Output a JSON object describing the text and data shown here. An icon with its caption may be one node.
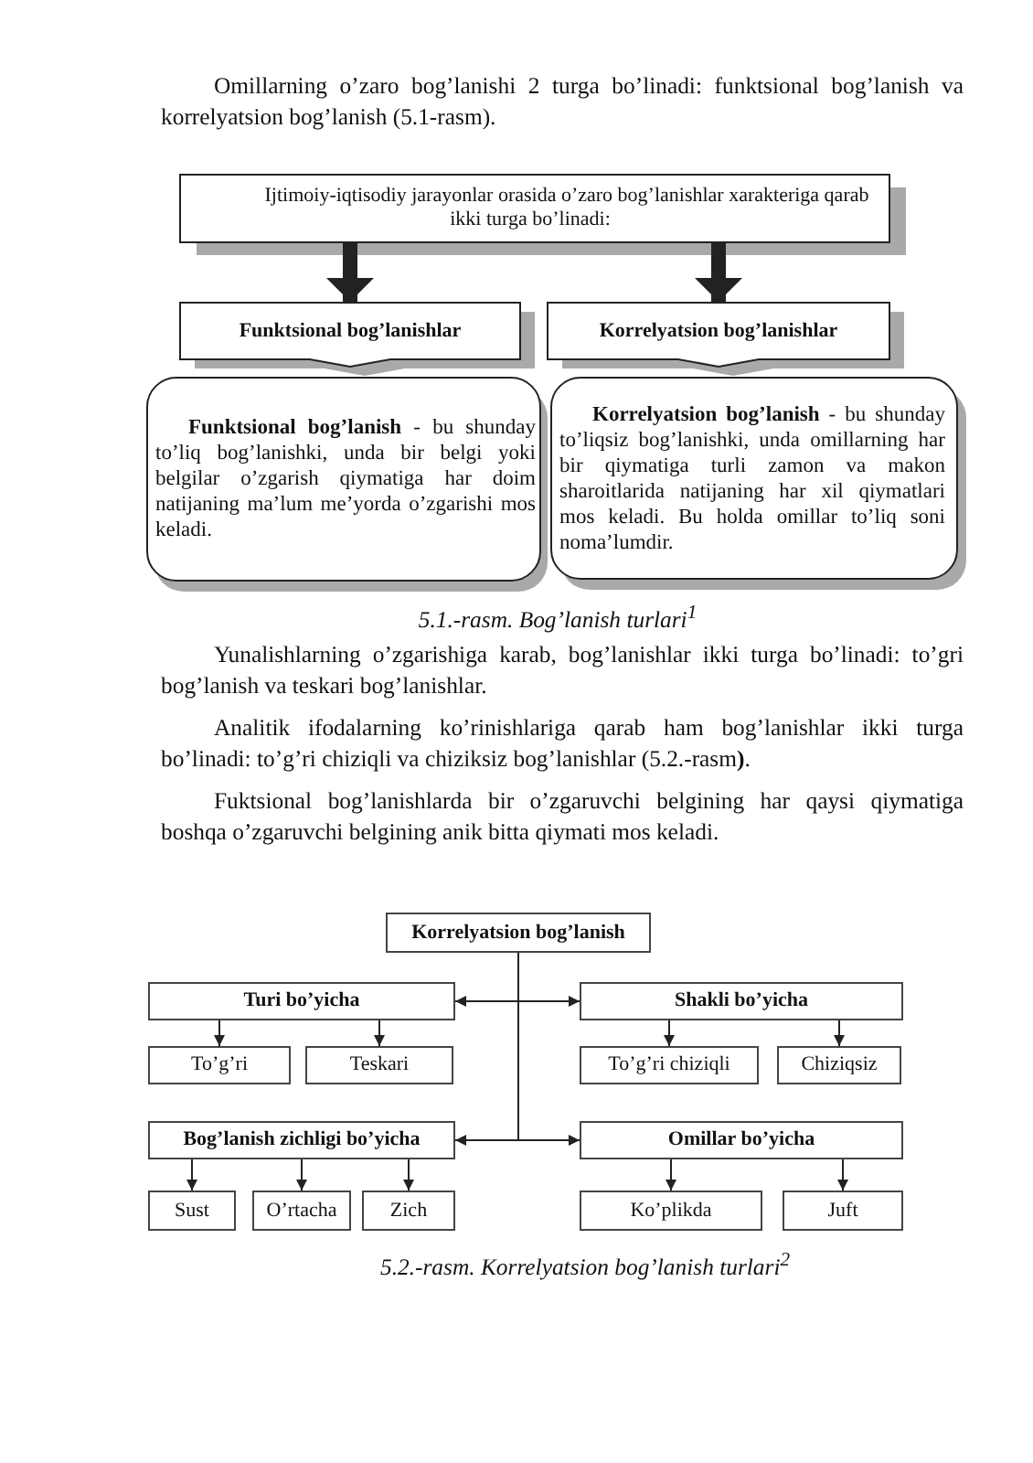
{
  "diagram": {
    "nodes": [
      {
        "text": [
          "Ijtimoiy-iqtisodiy jarayonlar orasida o’zaro bog’lanishlar xarakteriga qarab ikki turga bo’linadi:"
        ]
      },
      {
        "text": [
          "Funktsional bog’lanishlar"
        ]
      },
      {
        "text": [
          "Korrelyatsion bog’lanishlar"
        ]
      },
      {
        "text": [
          "**Funktsional bog’lanish** - bu shunday to’liq bog’lanishki, unda bir belgi yoki belgilar o’zgarish qiymatiga har doim natijaning ma’lum me’yorda o’zgarishi mos keladi."
        ]
      },
      {
        "text": [
          "**Korrelyatsion bog’lanish** - bu shunday to’liqsiz bog’lanishki, unda omillarning har bir qiymatiga turli zamon va makon sharoitlarida natijaning har xil qiymatlari mos keladi. Bu holda omillar to’liq soni noma’lumdir."
        ]
      },
      {
        "text": [
          "Korrelyatsion bog’lanish"
        ]
      },
      {
        "text": [
          "Turi bo’yicha"
        ]
      },
      {
        "text": [
          "Shakli bo’yicha"
        ]
      },
      {
        "text": [
          "To’g’ri"
        ]
      },
      {
        "text": [
          "Teskari"
        ]
      },
      {
        "text": [
          "To’g’ri chiziqli"
        ]
      },
      {
        "text": [
          "Chiziqsiz"
        ]
      },
      {
        "text": [
          "Bog’lanish zichligi bo’yicha"
        ]
      },
      {
        "text": [
          "Omillar bo’yicha"
        ]
      },
      {
        "text": [
          "Sust"
        ]
      },
      {
        "text": [
          "O’rtacha"
        ]
      },
      {
        "text": [
          "Zich"
        ]
      },
      {
        "text": [
          "Ko’plikda"
        ]
      },
      {
        "text": [
          "Juft"
        ]
      }
    ],
    "edges": [
      {
        "from": 0,
        "to": 1,
        "arrow": "to",
        "style": "thick"
      },
      {
        "from": 0,
        "to": 2,
        "arrow": "to",
        "style": "thick"
      },
      {
        "from": 5,
        "to": 6,
        "arrow": "to"
      },
      {
        "from": 5,
        "to": 7,
        "arrow": "to"
      },
      {
        "from": 5,
        "to": 12,
        "arrow": "to"
      },
      {
        "from": 5,
        "to": 13,
        "arrow": "to"
      },
      {
        "from": 6,
        "to": 8,
        "arrow": "to"
      },
      {
        "from": 6,
        "to": 9,
        "arrow": "to"
      },
      {
        "from": 7,
        "to": 10,
        "arrow": "to"
      },
      {
        "from": 7,
        "to": 11,
        "arrow": "to"
      },
      {
        "from": 12,
        "to": 14,
        "arrow": "to"
      },
      {
        "from": 12,
        "to": 15,
        "arrow": "to"
      },
      {
        "from": 12,
        "to": 16,
        "arrow": "to"
      },
      {
        "from": 13,
        "to": 17,
        "arrow": "to"
      },
      {
        "from": 13,
        "to": 18,
        "arrow": "to"
      }
    ],
    "labels": [
      "Omillarning o’zaro bog’lanishi 2 turga bo’linadi: funktsional bog’lanish va korrelyatsion bog’lanish (5.1-rasm).",
      "5.1.-rasm. Bog’lanish turlari$^{1}$",
      "Yunalishlarning o’zgarishiga karab, bog’lanishlar ikki turga bo’linadi: to’gri bog’lanish va teskari bog’lanishlar.",
      "Analitik ifodalarning ko’rinishlariga qarab ham bog’lanishlar ikki turga bo’linadi: to’g’ri chiziqli va chiziksiz bog’lanishlar (5.2.-rasm**)**.",
      "Fuktsional bog’lanishlarda bir o’zgaruvchi belgining har qaysi qiymatiga boshqa o’zgaruvchi belgining anik bitta qiymati mos keladi.",
      "5.2.-rasm. Korrelyatsion bog’lanish turlari$^{2}$"
    ]
  }
}
